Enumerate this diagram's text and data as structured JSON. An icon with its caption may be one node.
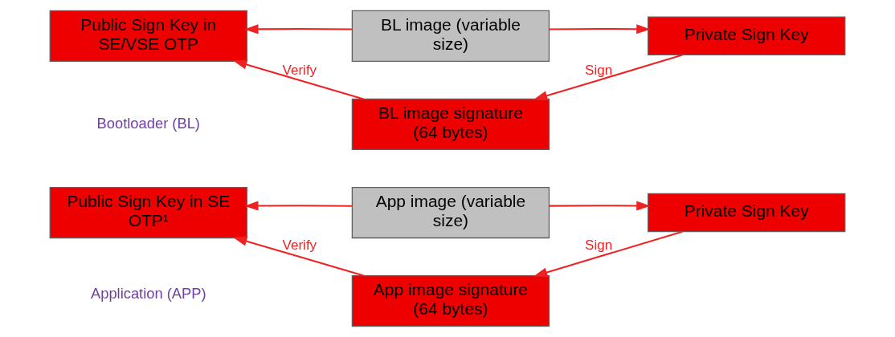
{
  "diagram": {
    "nodes": [
      {
        "text": [
          "Public Sign Key in SE/VSE OTP"
        ]
      },
      {
        "text": [
          "BL image (variable size)"
        ]
      },
      {
        "text": [
          "Private Sign Key"
        ]
      },
      {
        "text": [
          "BL image signature (64 bytes)"
        ]
      },
      {
        "text": [
          "Public Sign Key in SE OTP¹"
        ]
      },
      {
        "text": [
          "App image (variable size)"
        ]
      },
      {
        "text": [
          "Private Sign Key"
        ]
      },
      {
        "text": [
          "App image signature (64 bytes)"
        ]
      }
    ],
    "edges": [
      {
        "from": 1,
        "to": 0,
        "arrow": "to"
      },
      {
        "from": 1,
        "to": 2,
        "arrow": "to"
      },
      {
        "from": 3,
        "to": 0,
        "arrow": "to",
        "label": "Verify"
      },
      {
        "from": 2,
        "to": 3,
        "arrow": "to",
        "label": "Sign"
      },
      {
        "from": 5,
        "to": 4,
        "arrow": "to"
      },
      {
        "from": 5,
        "to": 6,
        "arrow": "to"
      },
      {
        "from": 7,
        "to": 4,
        "arrow": "to",
        "label": "Verify"
      },
      {
        "from": 6,
        "to": 7,
        "arrow": "to",
        "label": "Sign"
      }
    ],
    "labels": [
      "Bootloader (BL)",
      "Application (APP)"
    ]
  }
}
